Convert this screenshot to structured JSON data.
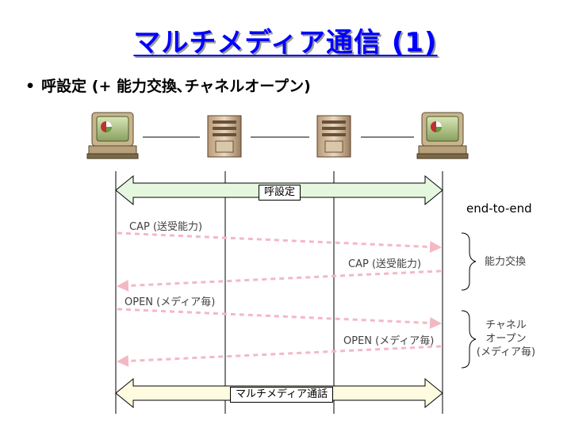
{
  "title": "マルチメディア通信 (1)",
  "bullet": {
    "marker": "•",
    "text": "呼設定 (+ 能力交換､チャネルオープン)"
  },
  "nodes": [
    {
      "id": "terminal-left",
      "icon": "computer-terminal-icon"
    },
    {
      "id": "server-1",
      "icon": "server-icon"
    },
    {
      "id": "server-2",
      "icon": "server-icon"
    },
    {
      "id": "terminal-right",
      "icon": "computer-terminal-icon"
    }
  ],
  "messages": {
    "call_setup": "呼設定",
    "end_to_end": "end-to-end",
    "cap_left": "CAP (送受能力)",
    "cap_right": "CAP (送受能力)",
    "open_left": "OPEN (メディア毎)",
    "open_right": "OPEN (メディア毎)",
    "media_call": "マルチメディア通話"
  },
  "braces": {
    "capability_exchange": "能力交換",
    "channel_open": [
      "チャネル",
      "オープン",
      "(メディア毎)"
    ]
  },
  "colors": {
    "title": "#0000ff",
    "call_setup_arrow_fill": "#e6f7e0",
    "media_call_arrow_fill": "#fffbe0",
    "dashed_arrow": "#f4b8c4",
    "lifeline": "#000000"
  }
}
